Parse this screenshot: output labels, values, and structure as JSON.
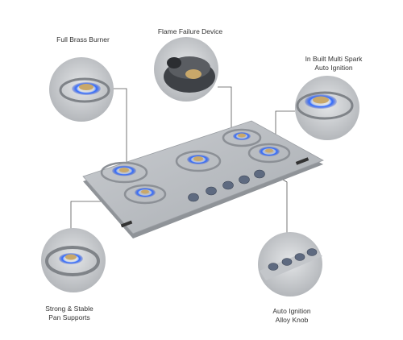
{
  "features": {
    "full_brass_burner": "Full Brass Burner",
    "flame_failure_device": "Flame Failure Device",
    "auto_ignition_line1": "In Built Multi Spark",
    "auto_ignition_line2": "Auto Ignition",
    "pan_supports_line1": "Strong & Stable",
    "pan_supports_line2": "Pan Supports",
    "alloy_knob_line1": "Auto Ignition",
    "alloy_knob_line2": "Alloy Knob"
  },
  "product": {
    "burner_count": 5,
    "knob_count": 5
  },
  "colors": {
    "glass_top": "#b9bcc0",
    "flame_blue": "#2f6bff",
    "brass": "#c9a86a",
    "pan_support": "#8c9096",
    "leader_line": "#555555"
  }
}
